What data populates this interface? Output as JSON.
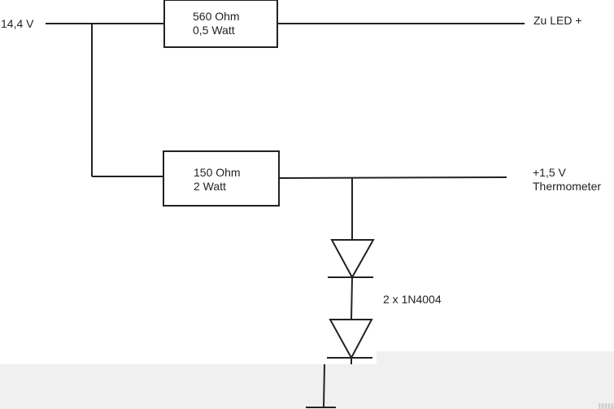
{
  "diagram": {
    "type": "circuit-schematic",
    "input": {
      "label": "14,4 V"
    },
    "resistors": [
      {
        "id": "r1",
        "line1": "560 Ohm",
        "line2": "0,5 Watt"
      },
      {
        "id": "r2",
        "line1": "150 Ohm",
        "line2": "2 Watt"
      }
    ],
    "outputs": {
      "led": {
        "label": "Zu LED +"
      },
      "thermometer": {
        "line1": "+1,5 V",
        "line2": "Thermometer"
      }
    },
    "diodes": {
      "label": "2 x 1N4004",
      "count": 2
    },
    "connections": [
      [
        "input",
        "r1"
      ],
      [
        "input",
        "r2"
      ],
      [
        "r1",
        "led"
      ],
      [
        "r2",
        "thermometer"
      ],
      [
        "r2",
        "diode1"
      ],
      [
        "diode1",
        "diode2"
      ],
      [
        "diode2",
        "ground"
      ]
    ],
    "colors": {
      "line": "#222222",
      "background": "#ffffff",
      "overlay": "#f0f0f0"
    }
  }
}
